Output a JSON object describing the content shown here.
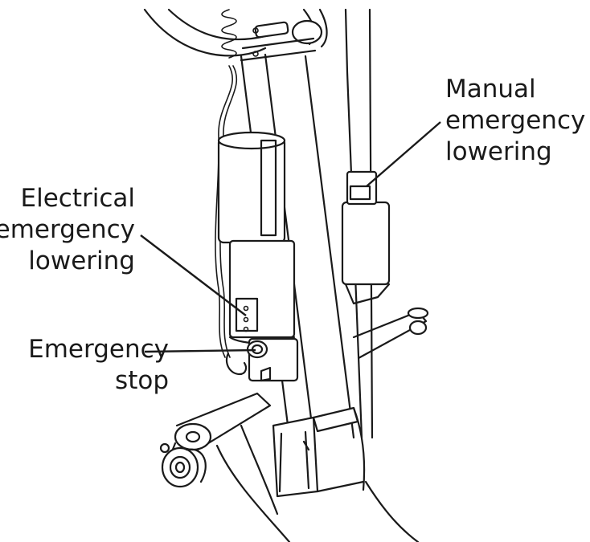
{
  "callouts": {
    "manual": {
      "line1": "Manual",
      "line2": "emergency",
      "line3": "lowering"
    },
    "electrical": {
      "line1": "Electrical",
      "line2": "emergency",
      "line3": "lowering"
    },
    "stop": {
      "line1": "Emergency",
      "line2": "stop"
    }
  }
}
